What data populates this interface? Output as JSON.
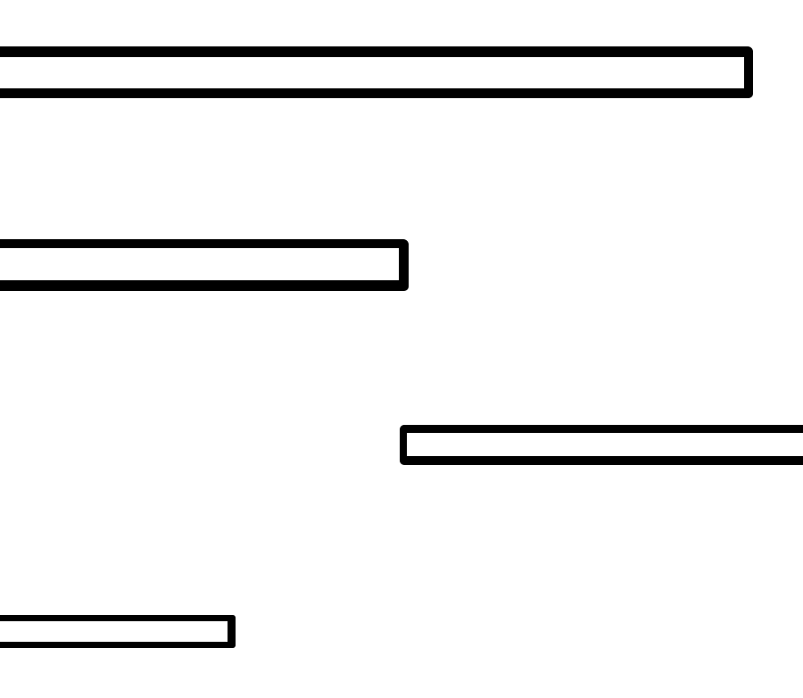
{
  "diagram": {
    "elements": [
      {
        "kind": "outlined-bar",
        "label": ""
      },
      {
        "kind": "outlined-bar",
        "label": ""
      },
      {
        "kind": "outlined-bar",
        "label": ""
      },
      {
        "kind": "outlined-bar",
        "label": ""
      }
    ],
    "colors": {
      "background": "#ffffff",
      "stroke": "#000000",
      "fill": "#ffffff"
    }
  }
}
